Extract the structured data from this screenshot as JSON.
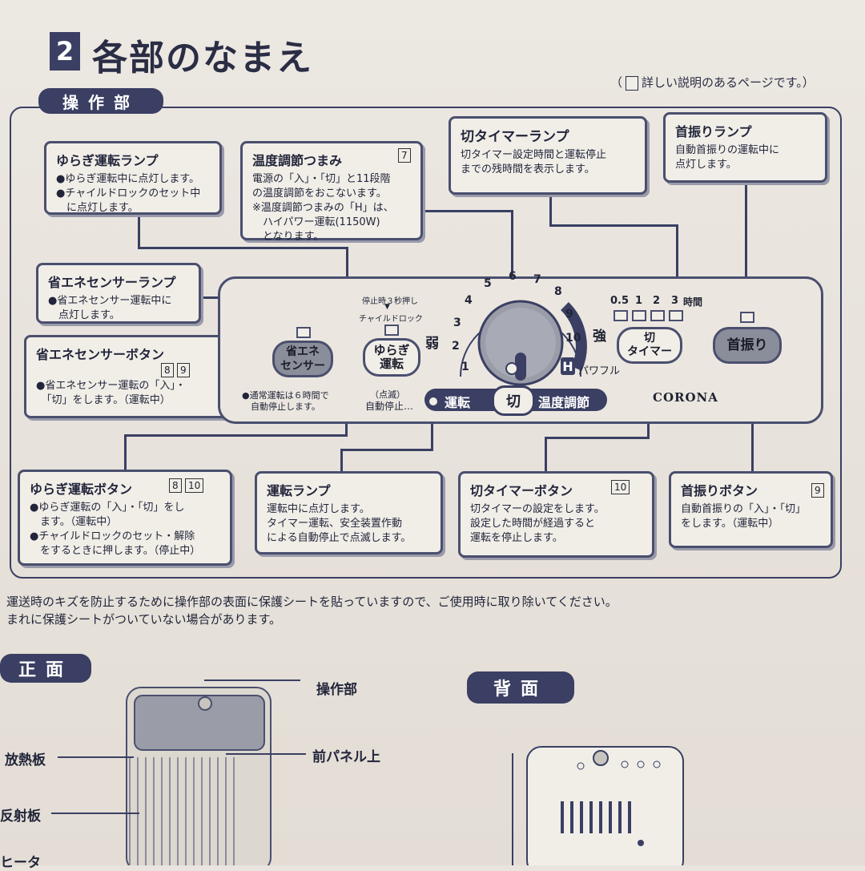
{
  "section": {
    "number": "2",
    "title": "各部のなまえ"
  },
  "ref_note": {
    "prefix": "（",
    "suffix": "詳しい説明のあるページです。）"
  },
  "tabs": {
    "controls": "操作部",
    "front": "正面",
    "back": "背面"
  },
  "callouts": {
    "yuragi_lamp": {
      "title": "ゆらぎ運転ランプ",
      "body": "●ゆらぎ運転中に点灯します。\n●チャイルドロックのセット中\n　に点灯します。"
    },
    "temp_knob": {
      "title": "温度調節つまみ",
      "page": "7",
      "body": "電源の「入」・「切」と11段階\nの温度調節をおこないます。\n※温度調節つまみの「H」は、\n　ハイパワー運転(1150W)\n　となります。"
    },
    "timer_lamp": {
      "title": "切タイマーランプ",
      "body": "切タイマー設定時間と運転停止\nまでの残時間を表示します。"
    },
    "swing_lamp": {
      "title": "首振りランプ",
      "body": "自動首振りの運転中に\n点灯します。"
    },
    "eco_lamp": {
      "title": "省エネセンサーランプ",
      "body": "●省エネセンサー運転中に\n　点灯します。"
    },
    "eco_button": {
      "title": "省エネセンサーボタン",
      "pages": [
        "8",
        "9"
      ],
      "body": "●省エネセンサー運転の「入」・\n　「切」をします。（運転中）"
    },
    "yuragi_button": {
      "title": "ゆらぎ運転ボタン",
      "pages": [
        "8",
        "10"
      ],
      "body": "●ゆらぎ運転の「入」・「切」をし\n　ます。（運転中）\n●チャイルドロックのセット・解除\n　をするときに押します。（停止中）"
    },
    "run_lamp": {
      "title": "運転ランプ",
      "body": "運転中に点灯します。\nタイマー運転、安全装置作動\nによる自動停止で点滅します。"
    },
    "timer_button": {
      "title": "切タイマーボタン",
      "page": "10",
      "body": "切タイマーの設定をします。\n設定した時間が経過すると\n運転を停止します。"
    },
    "swing_button": {
      "title": "首振りボタン",
      "page": "9",
      "body": "自動首振りの「入」・「切」\nをします。（運転中）"
    }
  },
  "panel": {
    "eco_btn": "省エネ\nセンサー",
    "yuragi_btn": "ゆらぎ\n運転",
    "child_lock_hint1": "停止時３秒押し",
    "child_lock_hint2": "チャイルドロック",
    "auto_stop_note": "●通常運転は６時間で\n　自動停止します。",
    "blink_note": "（点滅）",
    "auto_stop": "自動停止…",
    "run_label": "運転",
    "off_label": "切",
    "temp_label": "温度調節",
    "weak": "弱",
    "strong": "強",
    "dial_numbers": [
      "1",
      "2",
      "3",
      "4",
      "5",
      "6",
      "7",
      "8",
      "9",
      "10"
    ],
    "h_label": "H",
    "powerful": "パワフル",
    "timer_hours": [
      "0.5",
      "1",
      "2",
      "3"
    ],
    "timer_unit": "時間",
    "timer_btn": "切\nタイマー",
    "swing_btn": "首振り",
    "brand": "CORONA"
  },
  "notice": "運送時のキズを防止するために操作部の表面に保護シートを貼っていますので、ご使用時に取り除いてください。\nまれに保護シートがついていない場合があります。",
  "front_labels": {
    "control": "操作部",
    "panel_top": "前パネル上",
    "radiator": "放熱板",
    "reflector": "反射板",
    "heater": "ヒータ"
  },
  "colors": {
    "navy": "#3a3f63",
    "paper": "#ece8e2",
    "button_gray": "#8a8d9a"
  }
}
